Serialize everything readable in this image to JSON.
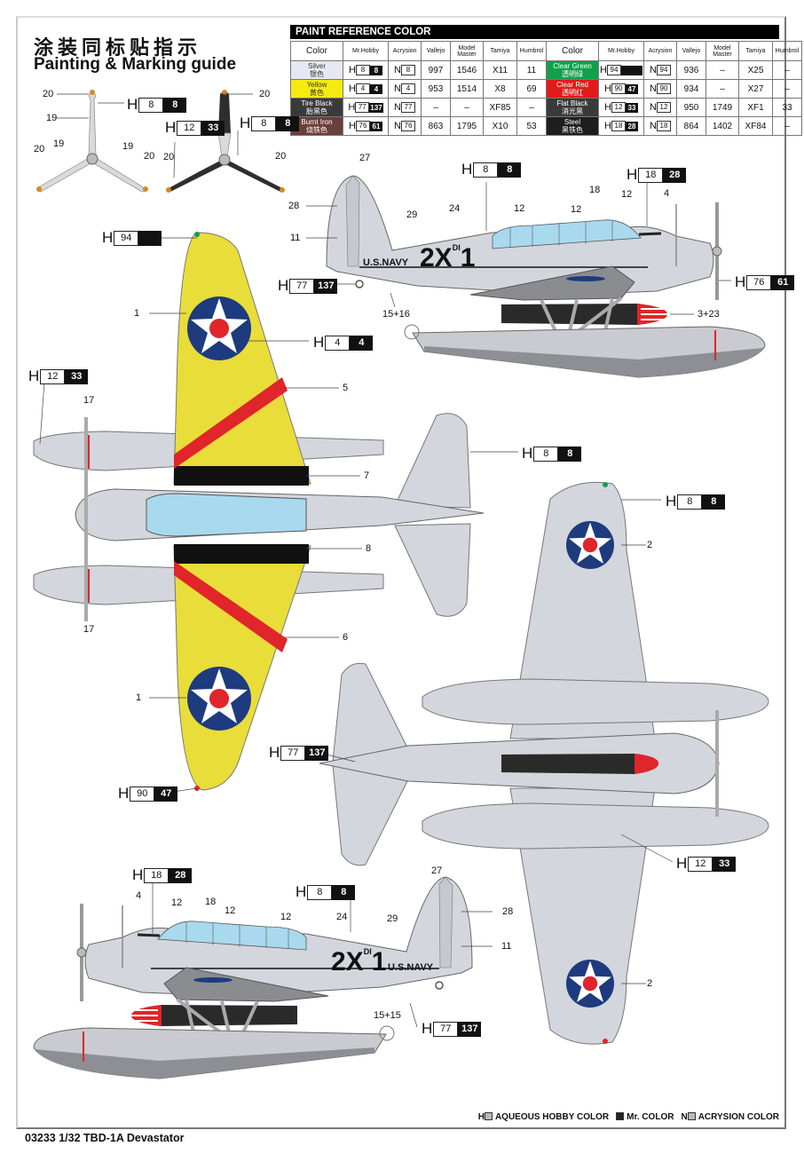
{
  "header": {
    "title_cn": "涂装同标贴指示",
    "title_en": "Painting & Marking guide"
  },
  "paint_table": {
    "heading": "PAINT  REFERENCE COLOR",
    "columns": [
      "Color",
      "Mr.Hobby",
      "Acrysion",
      "Vallejo",
      "Model Master",
      "Tamiya",
      "Humbrol"
    ],
    "left_rows": [
      {
        "name": "Silver",
        "name_cn": "银色",
        "swatch": "#e6e9f3",
        "text_color": "#333333",
        "h": [
          "8",
          "8"
        ],
        "n": "8",
        "vallejo": "997",
        "model_master": "1546",
        "tamiya": "X11",
        "humbrol": "11"
      },
      {
        "name": "Yellow",
        "name_cn": "黄色",
        "swatch": "#f5ea12",
        "text_color": "#333333",
        "h": [
          "4",
          "4"
        ],
        "n": "4",
        "vallejo": "953",
        "model_master": "1514",
        "tamiya": "X8",
        "humbrol": "69"
      },
      {
        "name": "Tire Black",
        "name_cn": "胎黑色",
        "swatch": "#3a3a3a",
        "text_color": "#ffffff",
        "h": [
          "77",
          "137"
        ],
        "n": "77",
        "vallejo": "–",
        "model_master": "–",
        "tamiya": "XF85",
        "humbrol": "–"
      },
      {
        "name": "Burnt Iron",
        "name_cn": "烧铁色",
        "swatch": "#6b3f3a",
        "text_color": "#ffffff",
        "h": [
          "76",
          "61"
        ],
        "n": "76",
        "vallejo": "863",
        "model_master": "1795",
        "tamiya": "X10",
        "humbrol": "53"
      }
    ],
    "right_rows": [
      {
        "name": "Clear Green",
        "name_cn": "透明绿",
        "swatch": "#12a04a",
        "text_color": "#ffffff",
        "h": [
          "94",
          ""
        ],
        "n": "94",
        "vallejo": "936",
        "model_master": "–",
        "tamiya": "X25",
        "humbrol": "–"
      },
      {
        "name": "Clear Red",
        "name_cn": "透明红",
        "swatch": "#e31a1a",
        "text_color": "#ffffff",
        "h": [
          "90",
          "47"
        ],
        "n": "90",
        "vallejo": "934",
        "model_master": "–",
        "tamiya": "X27",
        "humbrol": "–"
      },
      {
        "name": "Flat Black",
        "name_cn": "消光黑",
        "swatch": "#3a3a3a",
        "text_color": "#ffffff",
        "h": [
          "12",
          "33"
        ],
        "n": "12",
        "vallejo": "950",
        "model_master": "1749",
        "tamiya": "XF1",
        "humbrol": "33"
      },
      {
        "name": "Steel",
        "name_cn": "黑铁色",
        "swatch": "#1e1e1e",
        "text_color": "#ffffff",
        "h": [
          "18",
          "28"
        ],
        "n": "18",
        "vallejo": "864",
        "model_master": "1402",
        "tamiya": "XF84",
        "humbrol": "–"
      }
    ]
  },
  "paint_codes": [
    {
      "prefix": "H",
      "a": "8",
      "b": "8"
    },
    {
      "prefix": "H",
      "a": "12",
      "b": "33"
    },
    {
      "prefix": "H",
      "a": "8",
      "b": "8"
    },
    {
      "prefix": "H",
      "a": "94",
      "b": ""
    },
    {
      "prefix": "H",
      "a": "4",
      "b": "4"
    },
    {
      "prefix": "H",
      "a": "12",
      "b": "33"
    },
    {
      "prefix": "H",
      "a": "8",
      "b": "8"
    },
    {
      "prefix": "H",
      "a": "90",
      "b": "47"
    },
    {
      "prefix": "H",
      "a": "77",
      "b": "137"
    },
    {
      "prefix": "H",
      "a": "8",
      "b": "8"
    },
    {
      "prefix": "H",
      "a": "18",
      "b": "28"
    },
    {
      "prefix": "H",
      "a": "77",
      "b": "137"
    },
    {
      "prefix": "H",
      "a": "76",
      "b": "61"
    },
    {
      "prefix": "H",
      "a": "8",
      "b": "8"
    },
    {
      "prefix": "H",
      "a": "12",
      "b": "33"
    },
    {
      "prefix": "H",
      "a": "18",
      "b": "28"
    },
    {
      "prefix": "H",
      "a": "8",
      "b": "8"
    },
    {
      "prefix": "H",
      "a": "77",
      "b": "137"
    }
  ],
  "part_numbers": [
    "20",
    "19",
    "20",
    "19",
    "19",
    "20",
    "20",
    "20",
    "20",
    "1",
    "5",
    "17",
    "7",
    "8",
    "17",
    "6",
    "1",
    "27",
    "18",
    "12",
    "4",
    "28",
    "24",
    "12",
    "12",
    "29",
    "11",
    "15+16",
    "3+23",
    "2",
    "2",
    "27",
    "4",
    "18",
    "12",
    "12",
    "28",
    "12",
    "24",
    "29",
    "11",
    "15+15"
  ],
  "decals": {
    "navy": "U.S.NAVY",
    "code_main": "2X",
    "code_sup": "DI",
    "code_num": "1"
  },
  "footer": {
    "kit_id": "03233 1/32 TBD-1A Devastator",
    "legend": [
      {
        "prefix": "H",
        "label": "AQUEOUS HOBBY COLOR"
      },
      {
        "prefix": "",
        "label": "Mr. COLOR"
      },
      {
        "prefix": "N",
        "label": "ACRYSION COLOR"
      }
    ]
  },
  "colors": {
    "silver": "#d3d6dc",
    "yellow": "#e9dd3a",
    "red": "#e0252b",
    "blue": "#1d3b7e",
    "canopy": "#a9d9ee",
    "black": "#111111"
  }
}
